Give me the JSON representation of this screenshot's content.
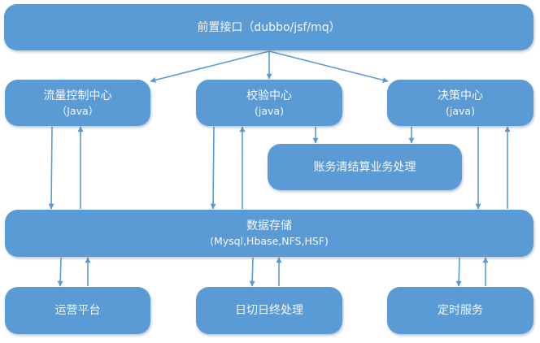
{
  "diagram": {
    "colors": {
      "node_fill": "#5b9bd5",
      "node_text": "#f4f8fc",
      "arrow": "#5b9bd5"
    },
    "nodes": {
      "front_interface": {
        "label": "前置接口（dubbo/jsf/mq）"
      },
      "flow_control": {
        "label": "流量控制中心",
        "sublabel": "（Java）"
      },
      "verification": {
        "label": "校验中心",
        "sublabel": "(java)"
      },
      "decision": {
        "label": "决策中心",
        "sublabel": "(java)"
      },
      "settlement": {
        "label": "账务清结算业务处理"
      },
      "data_storage": {
        "label": "数据存储",
        "sublabel": "(Mysql,Hbase,NFS,HSF)"
      },
      "operations": {
        "label": "运营平台"
      },
      "day_end": {
        "label": "日切日终处理"
      },
      "scheduled": {
        "label": "定时服务"
      }
    },
    "edges": [
      {
        "from": "front_interface",
        "to": "flow_control"
      },
      {
        "from": "front_interface",
        "to": "verification"
      },
      {
        "from": "front_interface",
        "to": "decision"
      },
      {
        "from": "verification",
        "to": "settlement"
      },
      {
        "from": "decision",
        "to": "settlement"
      },
      {
        "from": "flow_control",
        "to": "data_storage"
      },
      {
        "from": "data_storage",
        "to": "flow_control"
      },
      {
        "from": "verification",
        "to": "data_storage"
      },
      {
        "from": "data_storage",
        "to": "verification"
      },
      {
        "from": "decision",
        "to": "data_storage"
      },
      {
        "from": "data_storage",
        "to": "decision"
      },
      {
        "from": "data_storage",
        "to": "operations"
      },
      {
        "from": "operations",
        "to": "data_storage"
      },
      {
        "from": "data_storage",
        "to": "day_end"
      },
      {
        "from": "day_end",
        "to": "data_storage"
      },
      {
        "from": "data_storage",
        "to": "scheduled"
      },
      {
        "from": "scheduled",
        "to": "data_storage"
      }
    ]
  }
}
